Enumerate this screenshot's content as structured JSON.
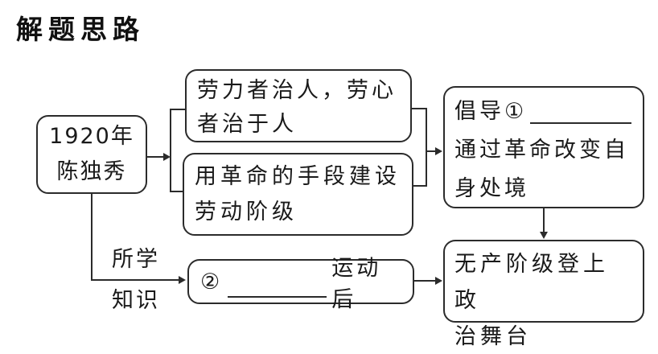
{
  "title": "解题思路",
  "boxes": {
    "source": {
      "line1": "1920年",
      "line2": "陈独秀"
    },
    "quote_top": {
      "line1": "劳力者治人，劳心",
      "line2": "者治于人"
    },
    "quote_bottom": {
      "line1": "用革命的手段建设",
      "line2": "劳动阶级"
    },
    "advocate": {
      "line1_prefix": "倡导①",
      "line2": "通过革命改变自",
      "line3": "身处境"
    },
    "movement": {
      "prefix": "②",
      "suffix": "运动后"
    },
    "result": {
      "line1": "无产阶级登上政",
      "line2": "治舞台"
    }
  },
  "arrow_label": {
    "line1": "所学",
    "line2": "知识"
  },
  "colors": {
    "line": "#2b2b2b",
    "text": "#1a1a1a",
    "background": "#ffffff"
  }
}
